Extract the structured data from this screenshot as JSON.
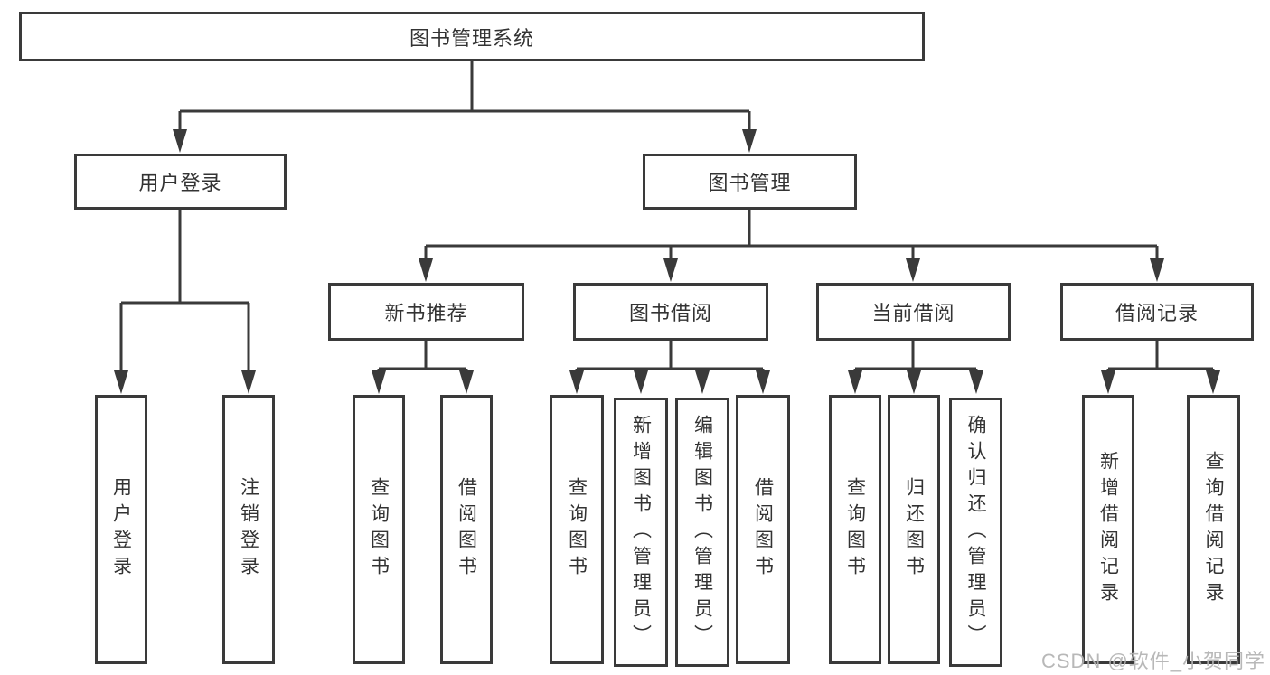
{
  "title": "图书管理系统",
  "watermark": "CSDN @软件_小贺同学",
  "colors": {
    "line": "#3a3a3a",
    "text": "#333333",
    "watermark": "#b2b2b2"
  },
  "tree": {
    "root": "图书管理系统",
    "branches": [
      {
        "label": "用户登录",
        "children": [
          "用户登录",
          "注销登录"
        ]
      },
      {
        "label": "图书管理",
        "children": [
          {
            "label": "新书推荐",
            "children": [
              "查询图书",
              "借阅图书"
            ]
          },
          {
            "label": "图书借阅",
            "children": [
              "查询图书",
              "新增图书（管理员）",
              "编辑图书（管理员）",
              "借阅图书"
            ]
          },
          {
            "label": "当前借阅",
            "children": [
              "查询图书",
              "归还图书",
              "确认归还（管理员）"
            ]
          },
          {
            "label": "借阅记录",
            "children": [
              "新增借阅记录",
              "查询借阅记录"
            ]
          }
        ]
      }
    ]
  }
}
